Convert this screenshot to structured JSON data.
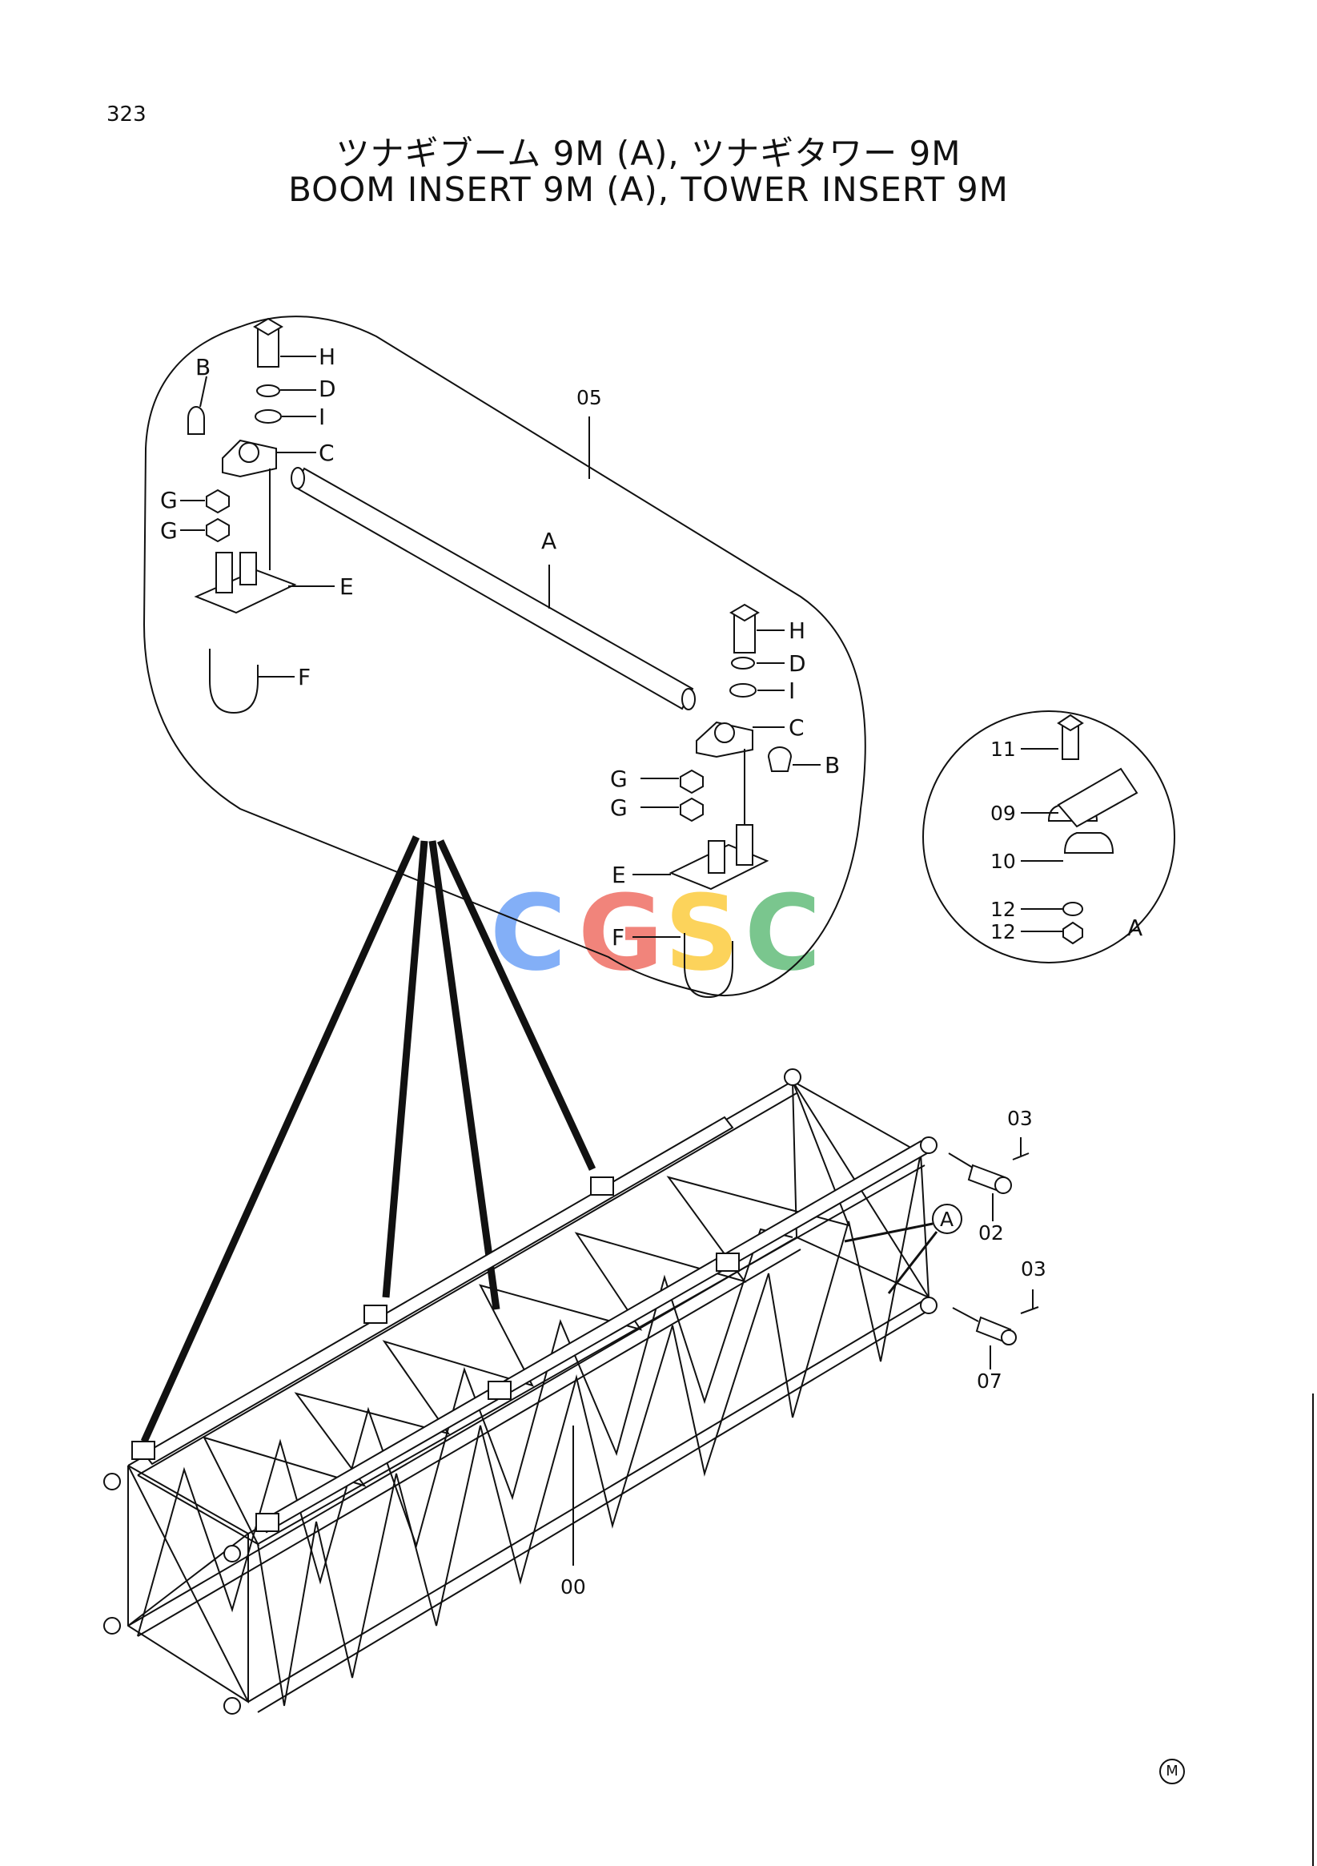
{
  "page_number": "323",
  "title_jp": "ツナギブーム 9M (A), ツナギタワー 9M",
  "title_en": "BOOM INSERT 9M (A), TOWER INSERT 9M",
  "detail_main": {
    "assembly_label": "05",
    "rod_label": "A",
    "parts_left": [
      "H",
      "D",
      "I",
      "C",
      "B",
      "G",
      "G",
      "E",
      "F"
    ],
    "parts_right": [
      "H",
      "D",
      "I",
      "C",
      "B",
      "G",
      "G",
      "E",
      "F"
    ]
  },
  "detail_circle": {
    "labels": [
      "11",
      "09",
      "10",
      "12",
      "12"
    ],
    "ref": "A"
  },
  "frame": {
    "frame_label": "00",
    "pins": [
      "02",
      "07"
    ],
    "cotter_pins": [
      "03",
      "03"
    ],
    "callout": "A"
  },
  "watermark": {
    "letters": [
      "C",
      "G",
      "S",
      "C"
    ],
    "colors": [
      "#4285F4",
      "#EA4335",
      "#FBBC05",
      "#34A853"
    ]
  },
  "mark": "M"
}
